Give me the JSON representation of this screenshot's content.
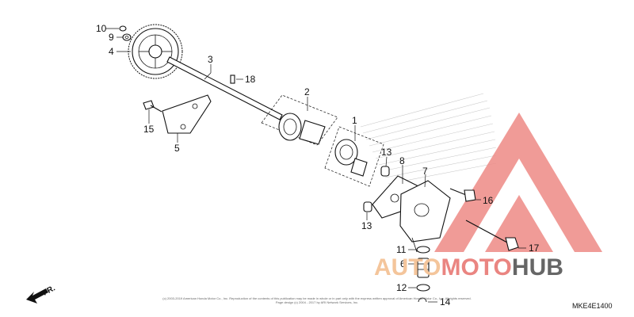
{
  "diagram": {
    "callouts": [
      "1",
      "2",
      "3",
      "4",
      "5",
      "6",
      "7",
      "8",
      "9",
      "10",
      "11",
      "12",
      "13",
      "13",
      "14",
      "15",
      "16",
      "17",
      "18"
    ],
    "direction_label": "FR.",
    "copyright_line1": "(c) 2003-2019 American Honda Motor Co., Inc. Reproduction of the contents of this publication may be made in whole or in part only with the express written approval of American Honda Motor Co., Inc. All rights reserved.",
    "copyright_line2": "Page design (c) 2004 - 2017 by ARI Network Services, Inc.",
    "diagram_code": "MKE4E1400"
  },
  "watermark": {
    "text_part1": "AUTO",
    "text_part2": "MOTO",
    "text_part3": "HUB",
    "color_light": "#f7c9a1",
    "color_red": "#e9837f",
    "color_dark": "#666666"
  }
}
